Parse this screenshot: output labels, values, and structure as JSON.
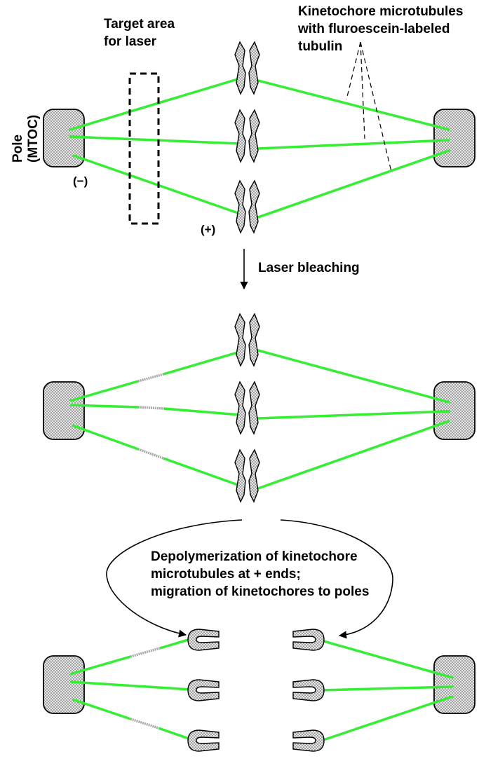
{
  "labels": {
    "kmt_line1": "Kinetochore microtubules",
    "kmt_line2": "with fluroescein-labeled",
    "kmt_line3": "tubulin",
    "target_line1": "Target area",
    "target_line2": "for laser",
    "pole_line1": "Pole",
    "pole_line2": "(MTOC)",
    "minus_end": "(−)",
    "plus_end": "(+)",
    "laser_bleaching": "Laser bleaching",
    "depoly_line1": "Depolymerization of kinetochore",
    "depoly_line2": "microtubules at + ends;",
    "depoly_line3": "migration of kinetochores to poles"
  },
  "colors": {
    "microtubule": "#33ee33",
    "bleached": "#b0b0b0",
    "pole_fill": "#d8d8d8",
    "outline": "#000000"
  }
}
